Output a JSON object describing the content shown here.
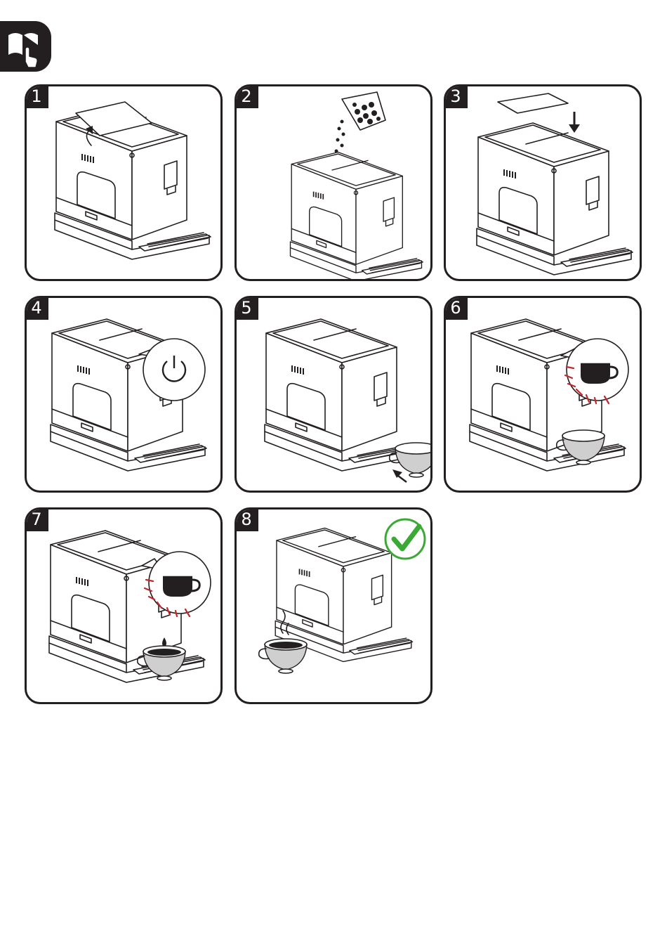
{
  "header": {
    "icon": "read-manual-icon"
  },
  "steps": [
    {
      "number": "1",
      "action": "open-bean-lid"
    },
    {
      "number": "2",
      "action": "pour-beans"
    },
    {
      "number": "3",
      "action": "close-lid"
    },
    {
      "number": "4",
      "action": "press-power"
    },
    {
      "number": "5",
      "action": "place-cup"
    },
    {
      "number": "6",
      "action": "press-coffee-button"
    },
    {
      "number": "7",
      "action": "coffee-dispensing"
    },
    {
      "number": "8",
      "action": "coffee-ready"
    }
  ],
  "colors": {
    "outline": "#231f20",
    "alert": "#c1272d",
    "check": "#3aa935",
    "cup_grey": "#bdbdbd"
  }
}
